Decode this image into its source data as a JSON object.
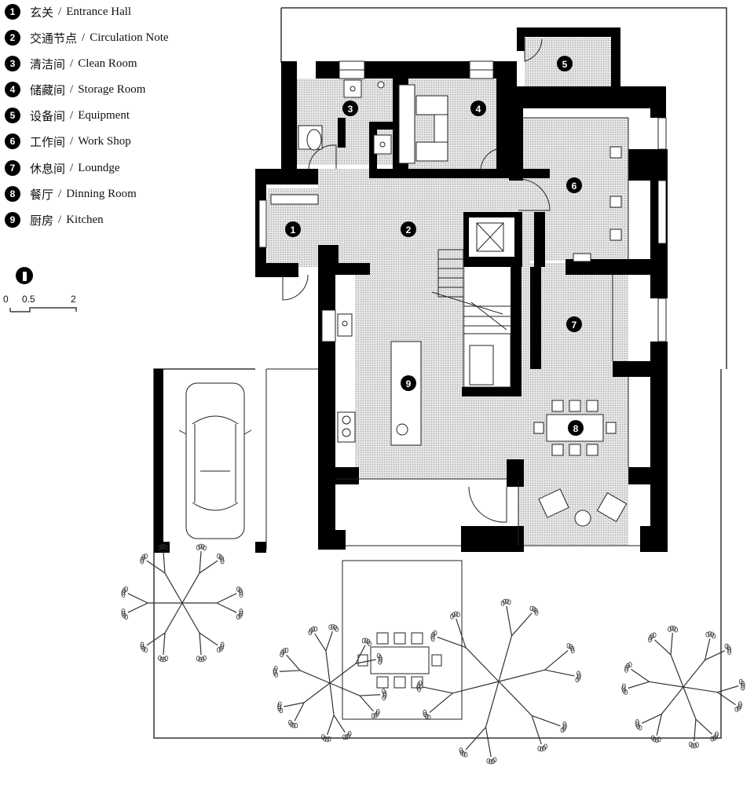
{
  "legend": [
    {
      "num": "1",
      "zh": "玄关",
      "en": "Entrance Hall"
    },
    {
      "num": "2",
      "zh": "交通节点",
      "en": "Circulation Note"
    },
    {
      "num": "3",
      "zh": "清洁间",
      "en": "Clean Room"
    },
    {
      "num": "4",
      "zh": "储藏间",
      "en": "Storage Room"
    },
    {
      "num": "5",
      "zh": "设备间",
      "en": "Equipment"
    },
    {
      "num": "6",
      "zh": "工作间",
      "en": "Work Shop"
    },
    {
      "num": "7",
      "zh": "休息间",
      "en": "Loundge"
    },
    {
      "num": "8",
      "zh": "餐厅",
      "en": "Dinning Room"
    },
    {
      "num": "9",
      "zh": "厨房",
      "en": "Kitchen"
    }
  ],
  "separator": "/",
  "scale": {
    "labels": [
      "0",
      "0.5",
      "2"
    ]
  },
  "rooms": [
    "1",
    "2",
    "3",
    "4",
    "5",
    "6",
    "7",
    "8",
    "9"
  ],
  "colors": {
    "wall": "#000000",
    "floor_fill": "#d8d8d8",
    "line": "#222222",
    "background": "#ffffff"
  }
}
